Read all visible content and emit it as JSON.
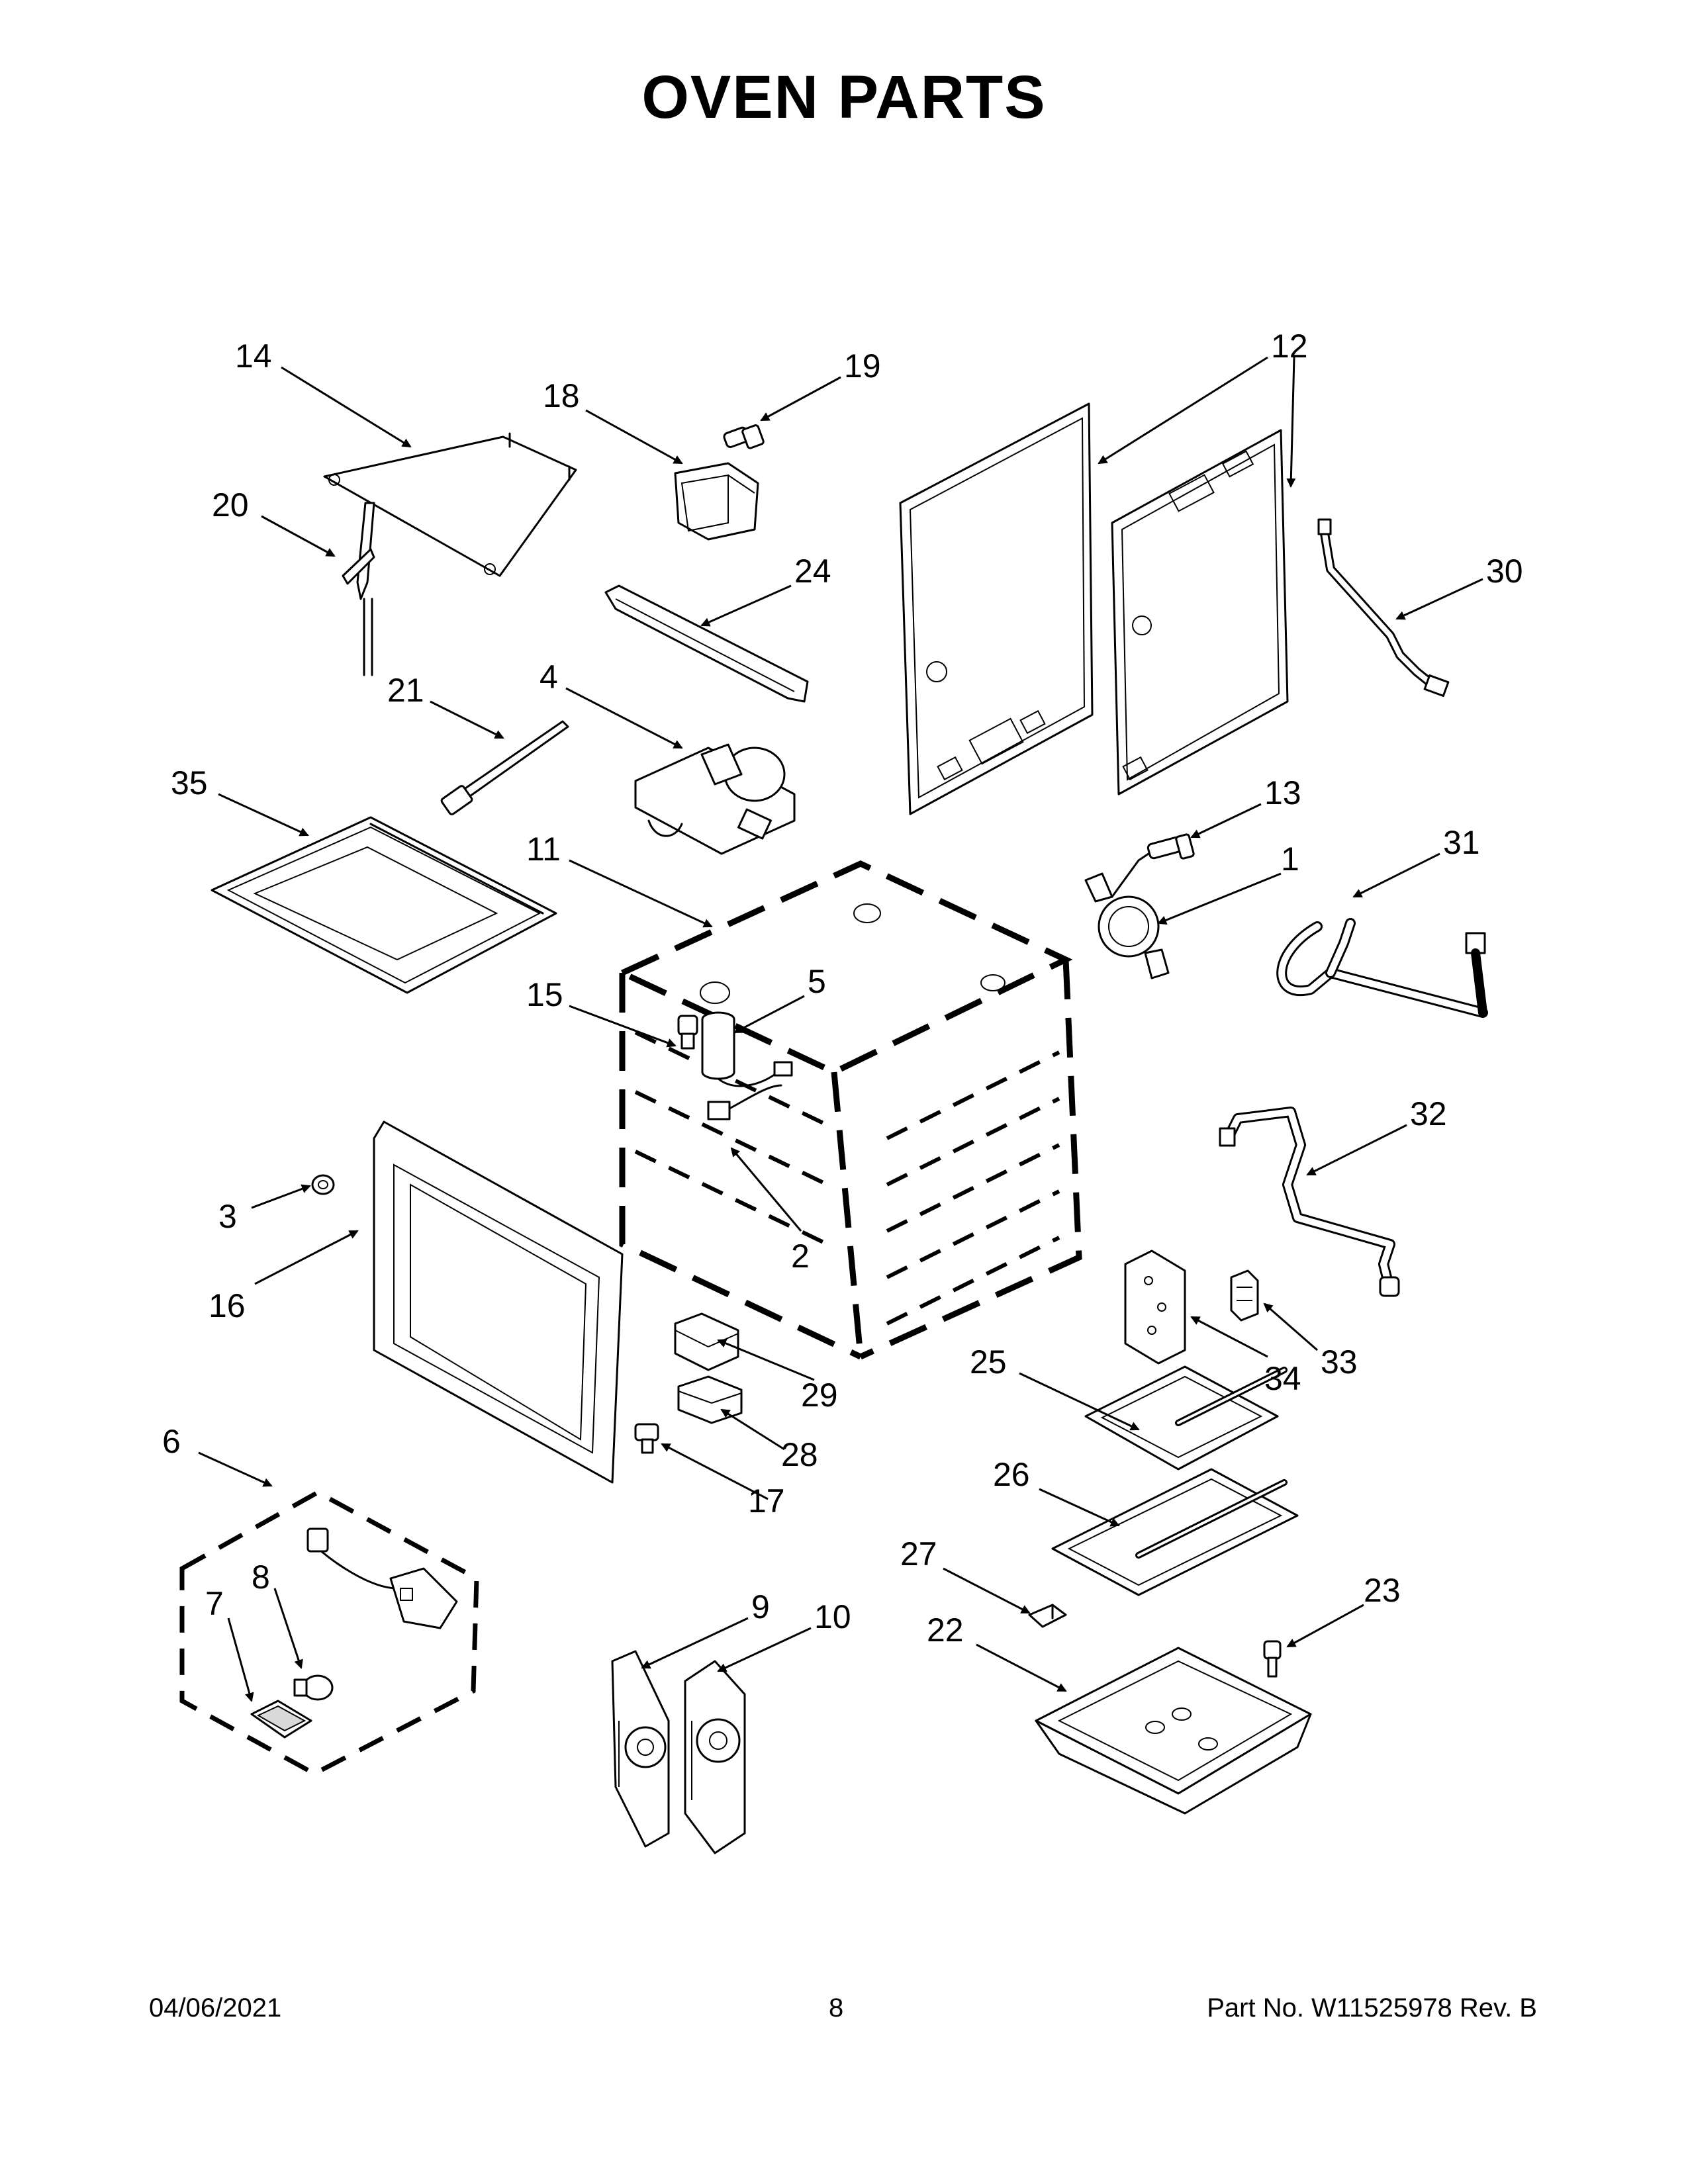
{
  "title": "OVEN PARTS",
  "footer": {
    "date": "04/06/2021",
    "page": "8",
    "part_number": "Part No.  W11525978  Rev.  B"
  },
  "callouts": {
    "c1": "1",
    "c2": "2",
    "c3": "3",
    "c4": "4",
    "c5": "5",
    "c6": "6",
    "c7": "7",
    "c8": "8",
    "c9": "9",
    "c10": "10",
    "c11": "11",
    "c12": "12",
    "c13": "13",
    "c14": "14",
    "c15": "15",
    "c16": "16",
    "c17": "17",
    "c18": "18",
    "c19": "19",
    "c20": "20",
    "c21": "21",
    "c22": "22",
    "c23": "23",
    "c24": "24",
    "c25": "25",
    "c26": "26",
    "c27": "27",
    "c28": "28",
    "c29": "29",
    "c30": "30",
    "c31": "31",
    "c32": "32",
    "c33": "33",
    "c34": "34",
    "c35": "35"
  }
}
